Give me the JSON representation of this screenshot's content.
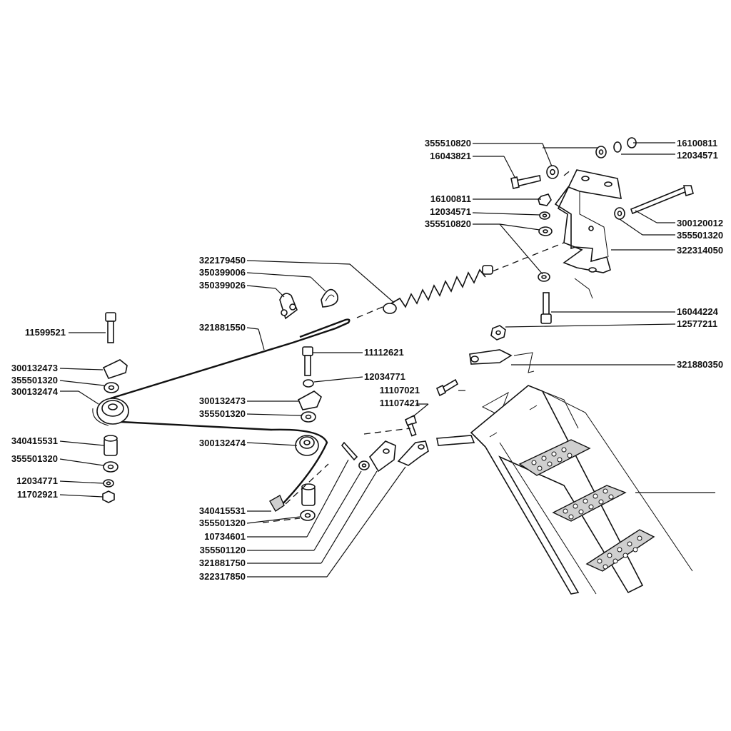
{
  "labels": {
    "l01": "355510820",
    "l02": "16043821",
    "l03": "16100811",
    "l04": "12034571",
    "l05": "16100811",
    "l06": "12034571",
    "l07": "355510820",
    "l08": "300120012",
    "l09": "355501320",
    "l10": "322314050",
    "l11": "322179450",
    "l12": "350399006",
    "l13": "350399026",
    "l14": "16044224",
    "l15": "321881550",
    "l16": "12577211",
    "l17": "11599521",
    "l18": "11112621",
    "l19": "321880350",
    "l20": "300132473",
    "l21": "355501320",
    "l22": "300132474",
    "l23": "12034771",
    "l24": "11107021",
    "l25": "300132473",
    "l26": "11107421",
    "l27": "355501320",
    "l28": "340415531",
    "l29": "300132474",
    "l30": "355501320",
    "l31": "12034771",
    "l32": "11702921",
    "l33": "340415531",
    "l34": "355501320",
    "l35": "10734601",
    "l36": "355501120",
    "l37": "321881750",
    "l38": "322317850"
  },
  "icons": {
    "bracket": "mounting-bracket-icon",
    "spring": "tension-spring-icon",
    "ladder": "step-ladder-icon",
    "pulley": "pulley-icon",
    "bolt": "bolt-icon"
  }
}
